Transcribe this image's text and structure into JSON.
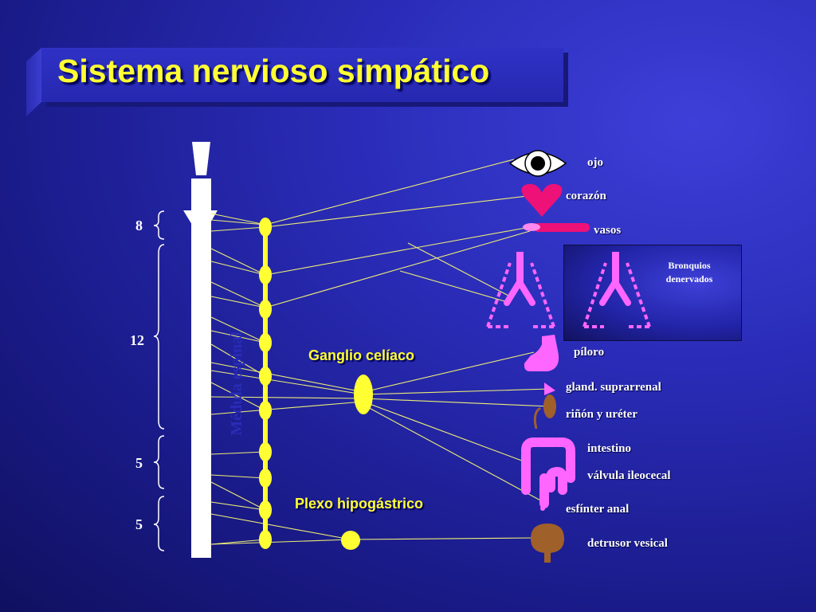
{
  "title": "Sistema nervioso simpático",
  "segments": [
    "8",
    "12",
    "5",
    "5"
  ],
  "spinal_cord_label": "Médula espinal",
  "ganglia": {
    "celiac": "Ganglio celíaco",
    "hypogastric": "Plexo hipogástrico"
  },
  "organs": {
    "eye": "ojo",
    "heart": "corazón",
    "vessels": "vasos",
    "bronchi_denervated": [
      "Bronquios",
      "denervados"
    ],
    "pylorus": "píloro",
    "adrenal": "gland. suprarrenal",
    "kidney": "riñón y uréter",
    "intestine": "intestino",
    "ileocecal": "válvula ileocecal",
    "anal": "esfínter anal",
    "bladder": "detrusor vesical"
  },
  "colors": {
    "title": "#ffff33",
    "ganglion": "#ffff33",
    "organ_pink": "#ff66ff",
    "vessel_red": "#ee1177",
    "kidney_brown": "#a0602a",
    "nerve": "#eeee66"
  }
}
